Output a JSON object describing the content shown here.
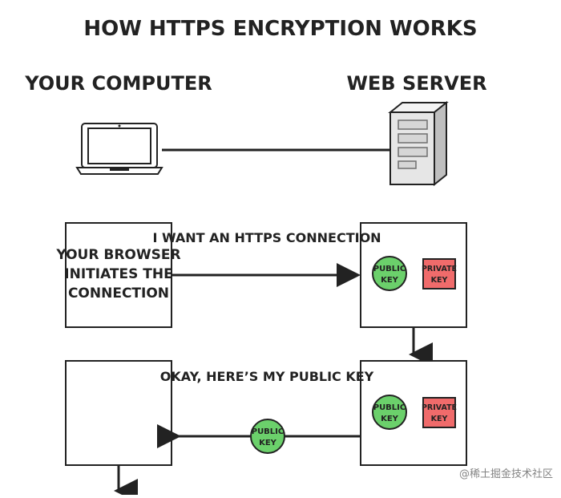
{
  "diagram": {
    "title": "HOW HTTPS ENCRYPTION WORKS",
    "labels": {
      "computer": "YOUR COMPUTER",
      "server": "WEB SERVER"
    },
    "steps": [
      {
        "client_box_text_lines": [
          "YOUR BROWSER",
          "INITIATES THE",
          "CONNECTION"
        ],
        "message": "I WANT AN HTTPS CONNECTION"
      },
      {
        "client_box_text_lines": [],
        "message": "OKAY, HERE’S MY PUBLIC KEY"
      }
    ],
    "keys": {
      "public_key_lines": [
        "PUBLIC",
        "KEY"
      ],
      "private_key_lines": [
        "PRIVATE",
        "KEY"
      ],
      "public_key_color": "#6bd06b",
      "private_key_color": "#f06b6b"
    },
    "watermark": "@稀土掘金技术社区"
  }
}
